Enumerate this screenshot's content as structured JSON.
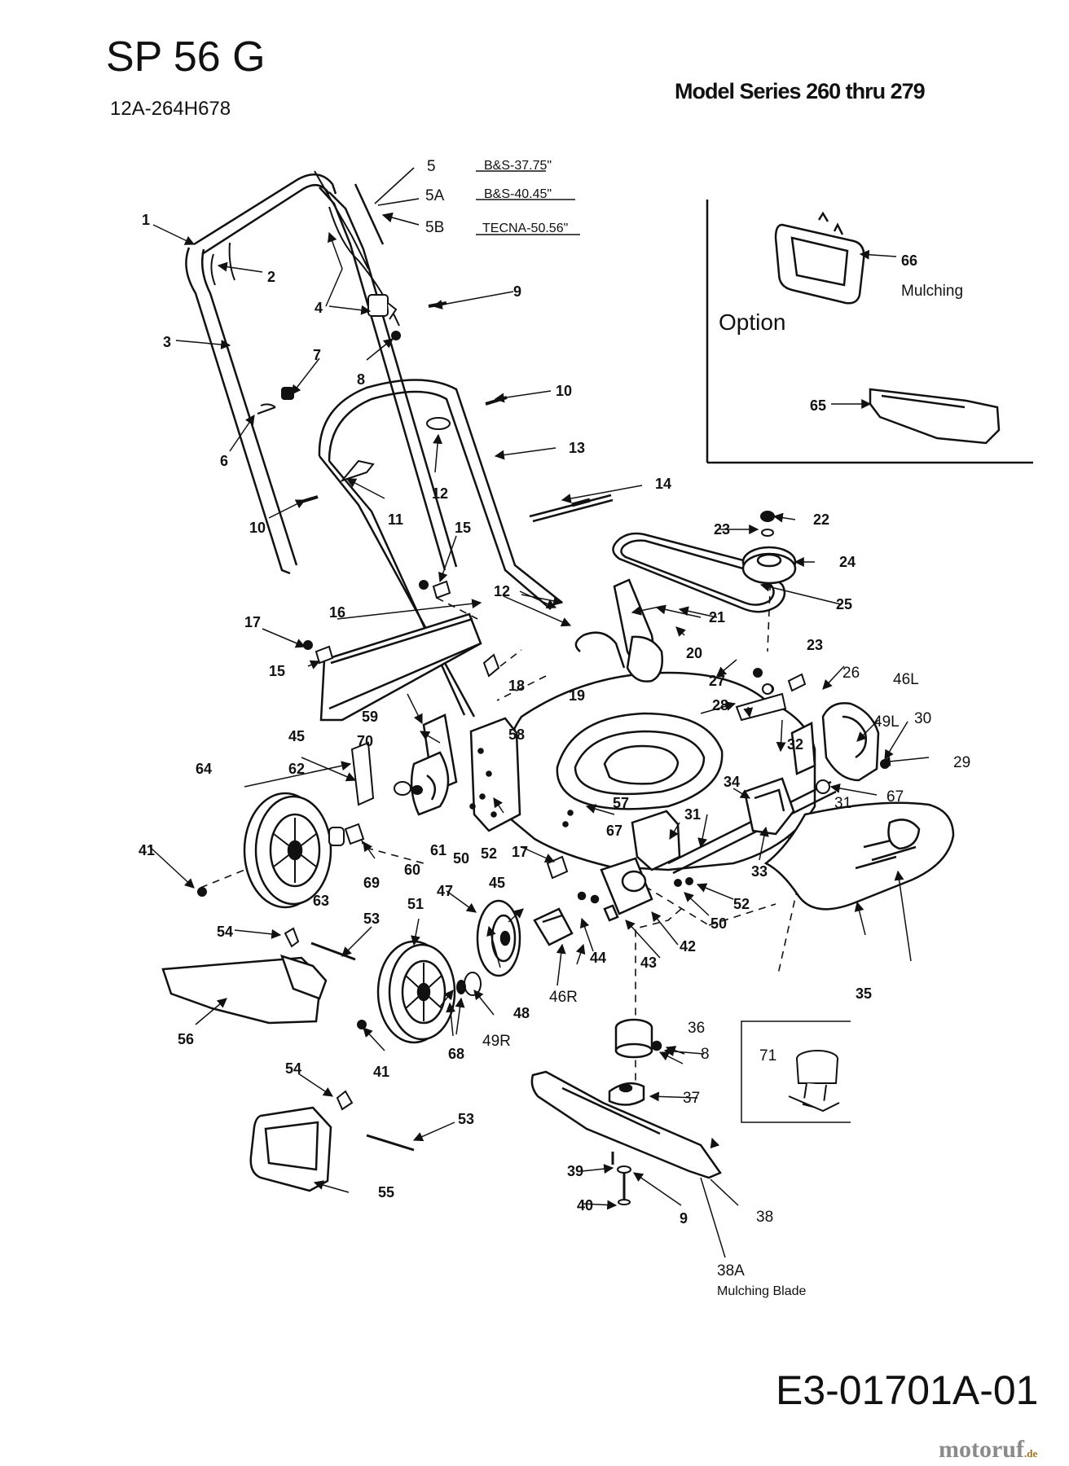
{
  "header": {
    "title": "SP 56 G",
    "model_number": "12A-264H678",
    "series": "Model Series 260 thru 279"
  },
  "diagram_number": "E3-01701A-01",
  "watermark": {
    "brand": "motoruf",
    "tld": ".de"
  },
  "option_box": {
    "title": "Option",
    "mulching_note": "Mulching"
  },
  "engine_notes": [
    "B&S-37.75\"",
    "B&S-40.45\"",
    "TECNA-50.56\""
  ],
  "blade_note": "Mulching Blade",
  "labels": {
    "l1": "1",
    "l2": "2",
    "l3": "3",
    "l4": "4",
    "l5": "5",
    "l5a": "5A",
    "l5b": "5B",
    "l6": "6",
    "l7": "7",
    "l8a": "8",
    "l8b": "8",
    "l9a": "9",
    "l9b": "9",
    "l10a": "10",
    "l10b": "10",
    "l11": "11",
    "l12a": "12",
    "l12b": "12",
    "l13": "13",
    "l14": "14",
    "l15a": "15",
    "l15b": "15",
    "l16": "16",
    "l17a": "17",
    "l17b": "17",
    "l18": "18",
    "l19": "19",
    "l20": "20",
    "l21": "21",
    "l22": "22",
    "l23a": "23",
    "l23b": "23",
    "l24": "24",
    "l25": "25",
    "l26": "26",
    "l27": "27",
    "l28": "28",
    "l29": "29",
    "l30": "30",
    "l31a": "31",
    "l31b": "31",
    "l32": "32",
    "l33": "33",
    "l34": "34",
    "l35": "35",
    "l36": "36",
    "l37": "37",
    "l38": "38",
    "l38a": "38A",
    "l39": "39",
    "l40": "40",
    "l41a": "41",
    "l41b": "41",
    "l42": "42",
    "l43": "43",
    "l44": "44",
    "l45a": "45",
    "l45b": "45",
    "l46l": "46L",
    "l46r": "46R",
    "l47": "47",
    "l48": "48",
    "l49l": "49L",
    "l49r": "49R",
    "l50a": "50",
    "l50b": "50",
    "l51": "51",
    "l52a": "52",
    "l52b": "52",
    "l53a": "53",
    "l53b": "53",
    "l54a": "54",
    "l54b": "54",
    "l55": "55",
    "l56": "56",
    "l57": "57",
    "l58": "58",
    "l59": "59",
    "l60": "60",
    "l61": "61",
    "l62": "62",
    "l63": "63",
    "l64": "64",
    "l65": "65",
    "l66": "66",
    "l67a": "67",
    "l67b": "67",
    "l68": "68",
    "l69": "69",
    "l70": "70",
    "l71": "71"
  }
}
